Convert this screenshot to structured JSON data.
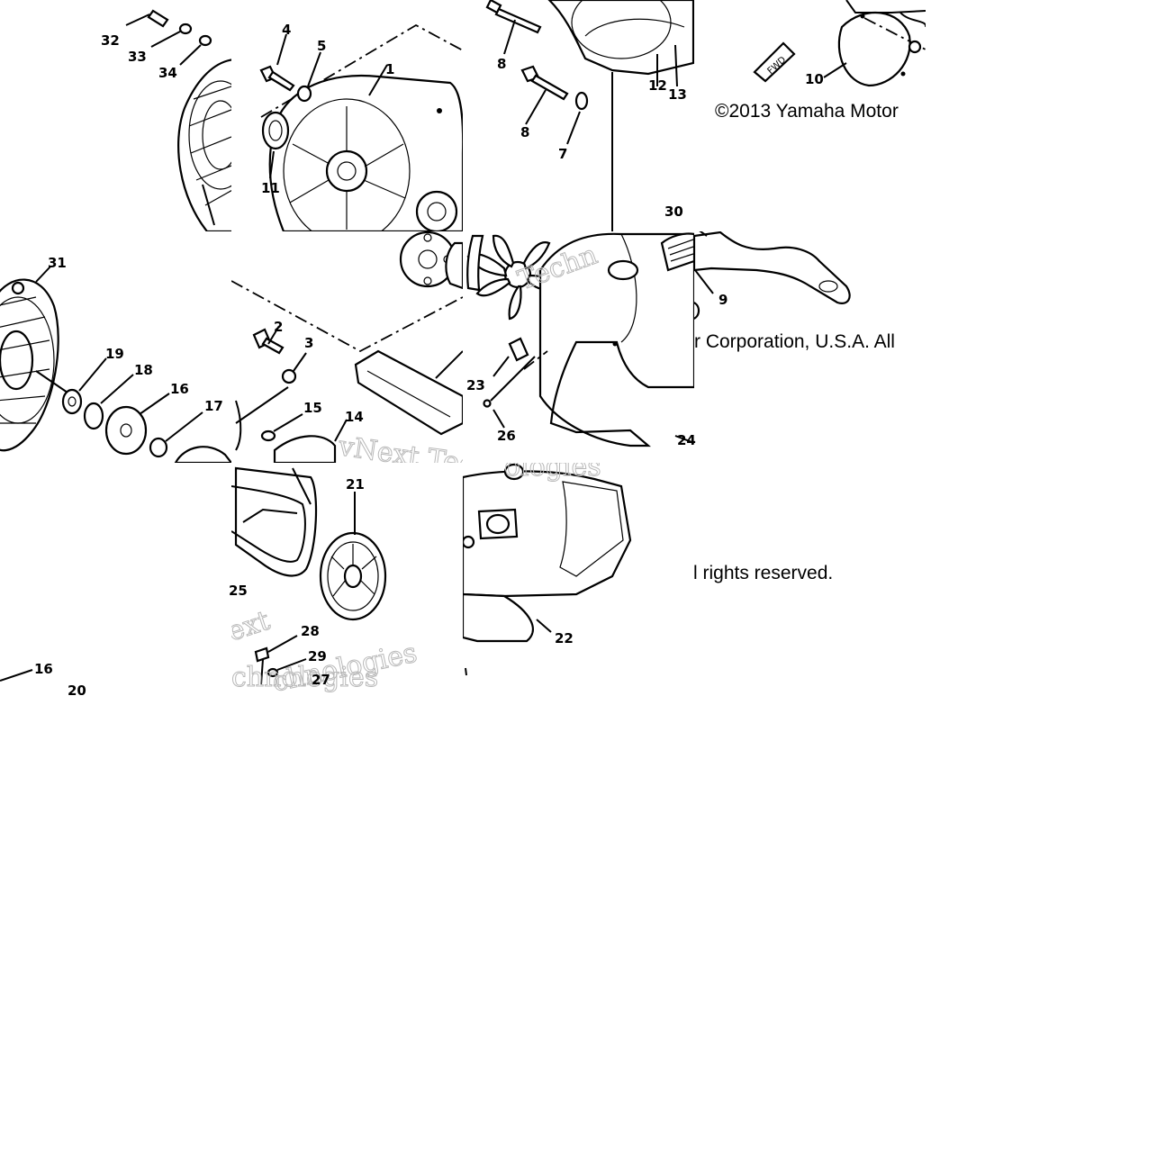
{
  "copyright": {
    "line1": "©2013 Yamaha Motor",
    "line2": "r Corporation, U.S.A. All",
    "line3": "l rights reserved."
  },
  "watermark": {
    "frag_a": "Techn",
    "frag_b": "vNext Tec",
    "frag_c": "ologies",
    "frag_d": "ext",
    "frag_e": "chnologies",
    "frag_f": "chnologies"
  },
  "stamp": {
    "text": "FWD"
  },
  "callouts": [
    {
      "id": "c32",
      "label": "32"
    },
    {
      "id": "c33",
      "label": "33"
    },
    {
      "id": "c34",
      "label": "34"
    },
    {
      "id": "c4",
      "label": "4"
    },
    {
      "id": "c5",
      "label": "5"
    },
    {
      "id": "c1",
      "label": "1"
    },
    {
      "id": "c11",
      "label": "11"
    },
    {
      "id": "c8a",
      "label": "8"
    },
    {
      "id": "c8b",
      "label": "8"
    },
    {
      "id": "c7",
      "label": "7"
    },
    {
      "id": "c12",
      "label": "12"
    },
    {
      "id": "c13",
      "label": "13"
    },
    {
      "id": "c10",
      "label": "10"
    },
    {
      "id": "c30",
      "label": "30"
    },
    {
      "id": "c9",
      "label": "9"
    },
    {
      "id": "c31",
      "label": "31"
    },
    {
      "id": "c19",
      "label": "19"
    },
    {
      "id": "c18",
      "label": "18"
    },
    {
      "id": "c16a",
      "label": "16"
    },
    {
      "id": "c17",
      "label": "17"
    },
    {
      "id": "c2",
      "label": "2"
    },
    {
      "id": "c3",
      "label": "3"
    },
    {
      "id": "c15",
      "label": "15"
    },
    {
      "id": "c14",
      "label": "14"
    },
    {
      "id": "c23",
      "label": "23"
    },
    {
      "id": "c26",
      "label": "26"
    },
    {
      "id": "c24",
      "label": "24"
    },
    {
      "id": "c21",
      "label": "21"
    },
    {
      "id": "c25",
      "label": "25"
    },
    {
      "id": "c28",
      "label": "28"
    },
    {
      "id": "c29",
      "label": "29"
    },
    {
      "id": "c27",
      "label": "27"
    },
    {
      "id": "c22",
      "label": "22"
    },
    {
      "id": "c16b",
      "label": "16"
    },
    {
      "id": "c20",
      "label": "20"
    }
  ]
}
